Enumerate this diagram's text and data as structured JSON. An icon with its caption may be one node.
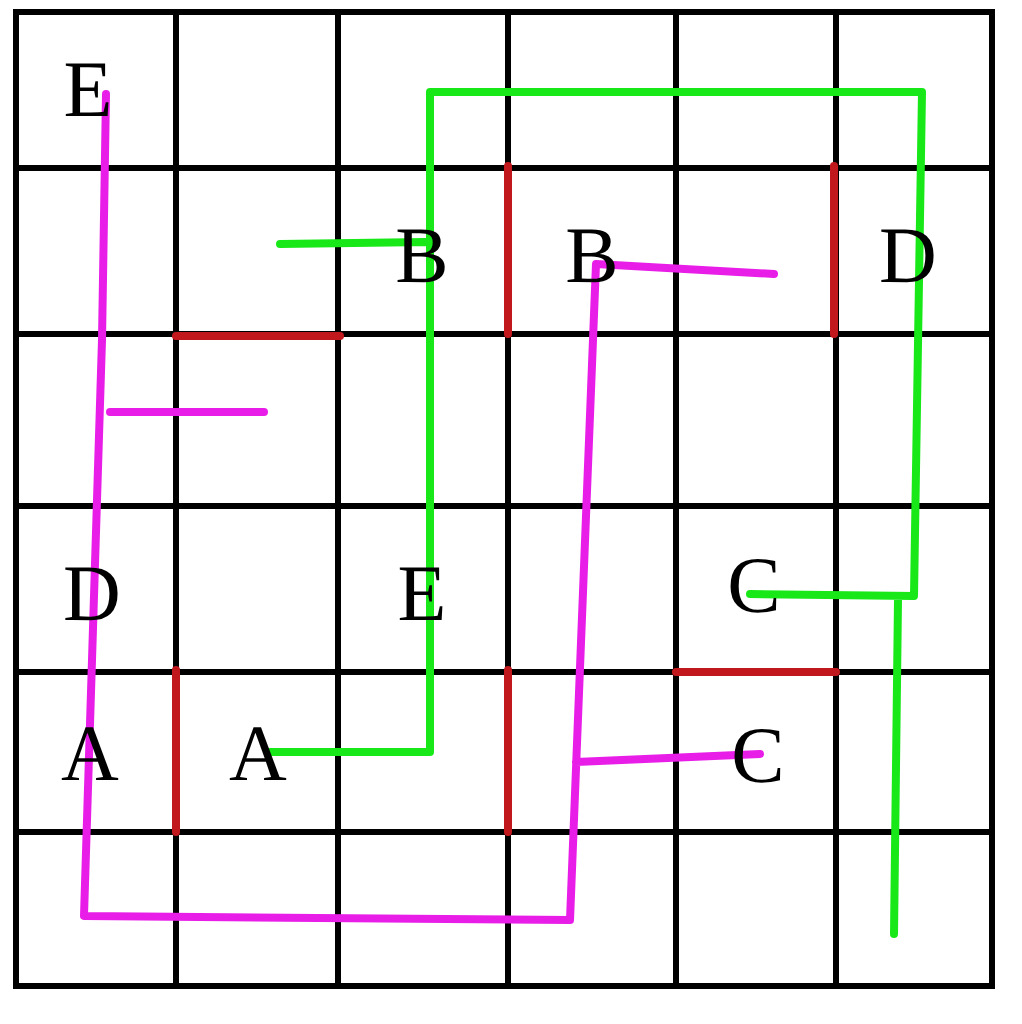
{
  "diagram": {
    "labels": [
      "E",
      "B",
      "B",
      "D",
      "D",
      "E",
      "C",
      "A",
      "A",
      "C"
    ]
  }
}
